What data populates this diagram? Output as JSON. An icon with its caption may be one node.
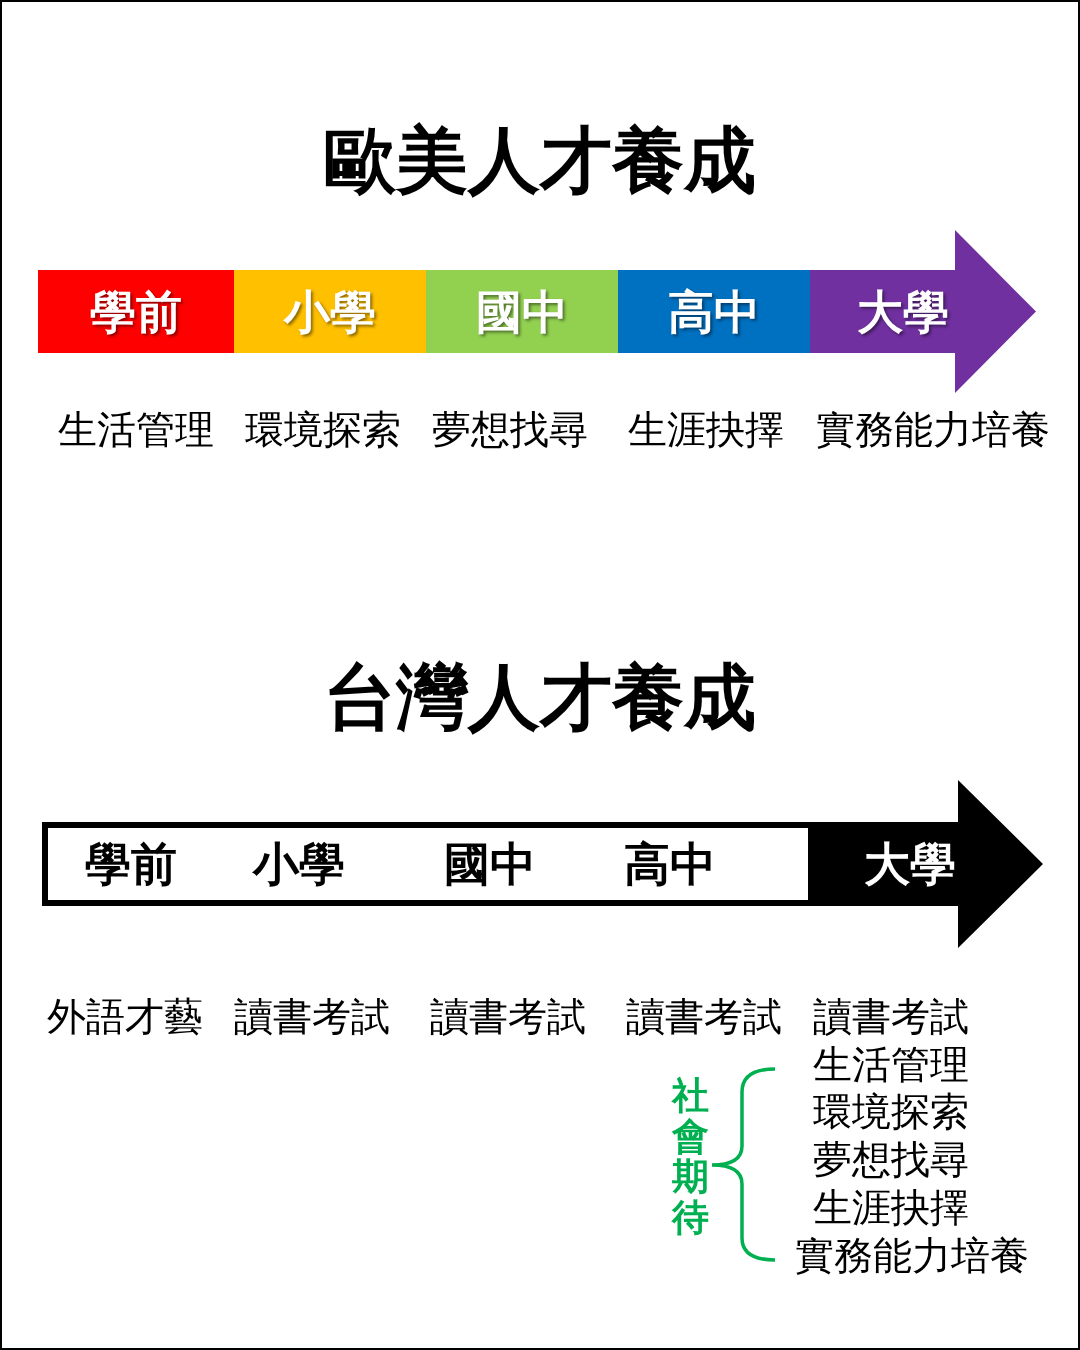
{
  "diagram": {
    "nodes": [
      {
        "text": [
          "學前"
        ]
      },
      {
        "text": [
          "小學"
        ]
      },
      {
        "text": [
          "國中"
        ]
      },
      {
        "text": [
          "高中"
        ]
      },
      {
        "text": [
          "大學"
        ]
      },
      {
        "text": [
          "學前",
          "小學",
          "國中",
          "高中"
        ]
      },
      {
        "text": [
          "大學"
        ]
      }
    ],
    "labels": [
      "歐美人才養成",
      "生活管理",
      "環境探索",
      "夢想找尋",
      "生涯抉擇",
      "實務能力培養",
      "台灣人才養成",
      "外語才藝",
      "讀書考試",
      "讀書考試",
      "讀書考試",
      "讀書考試",
      "生活管理",
      "社會期待",
      "環境探索",
      "夢想找尋",
      "生涯抉擇",
      "實務能力培養"
    ]
  }
}
